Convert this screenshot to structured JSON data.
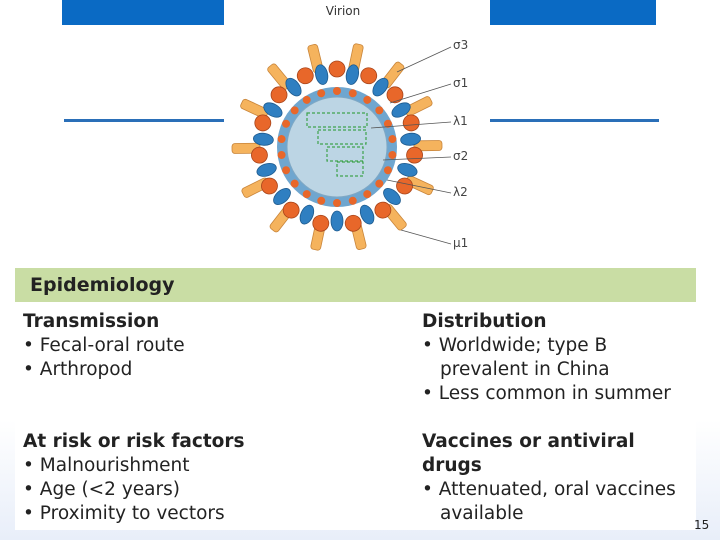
{
  "diagram": {
    "title": "Virion",
    "labels": [
      "σ3",
      "σ1",
      "λ1",
      "σ2",
      "λ2",
      "μ1"
    ],
    "colors": {
      "outer_orange": "#e8672a",
      "outer_blue": "#2f7fc1",
      "spike": "#f5b35d",
      "inner_shell": "#6fa6cf",
      "core": "#bcd5e4",
      "rna": "#3fa34d"
    }
  },
  "header": {
    "title": "Epidemiology"
  },
  "sections": {
    "transmission": {
      "title": "Transmission",
      "items": [
        "• Fecal-oral route",
        "• Arthropod"
      ]
    },
    "distribution": {
      "title": "Distribution",
      "items": [
        "• Worldwide; type B prevalent in China",
        "• Less common in summer"
      ]
    },
    "risk": {
      "title": "At risk or risk factors",
      "items": [
        "• Malnourishment",
        "• Age (<2 years)",
        "• Proximity to vectors"
      ]
    },
    "vaccines": {
      "title": "Vaccines or antiviral drugs",
      "items": [
        "• Attenuated, oral vaccines available"
      ]
    }
  },
  "page_number": "15"
}
